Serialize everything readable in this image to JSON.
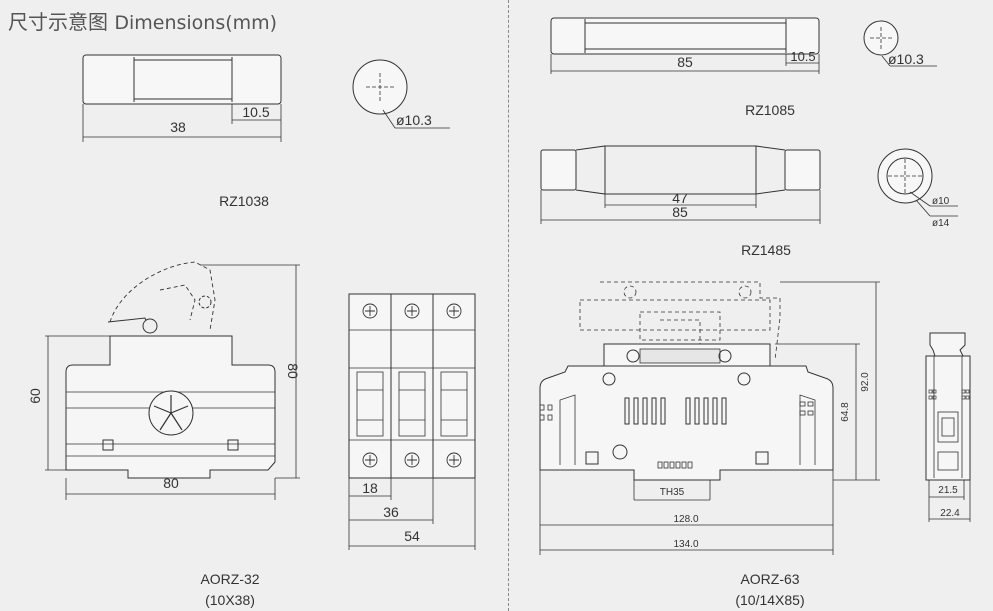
{
  "header": {
    "title_cn": "尺寸示意图",
    "title_en": "Dimensions(mm)"
  },
  "rz1038": {
    "name": "RZ1038",
    "length": "38",
    "cap": "10.5",
    "dia": "ø10.3"
  },
  "aorz32": {
    "name": "AORZ-32",
    "spec": "(10X38)",
    "height": "60",
    "height2": "80",
    "width": "80",
    "pole": "18",
    "two_pole": "36",
    "three_pole": "54"
  },
  "rz1085": {
    "name": "RZ1085",
    "length": "85",
    "cap": "10.5",
    "dia": "ø10.3"
  },
  "rz1485": {
    "name": "RZ1485",
    "inner": "47",
    "length": "85",
    "dia_inner": "ø10",
    "dia_outer": "ø14"
  },
  "aorz63": {
    "name": "AORZ-63",
    "spec": "(10/14X85)",
    "rail": "TH35",
    "w_inner": "128.0",
    "w_outer": "134.0",
    "h_inner": "64.8",
    "h_outer": "92.0",
    "side_inner": "21.5",
    "side_outer": "22.4"
  }
}
